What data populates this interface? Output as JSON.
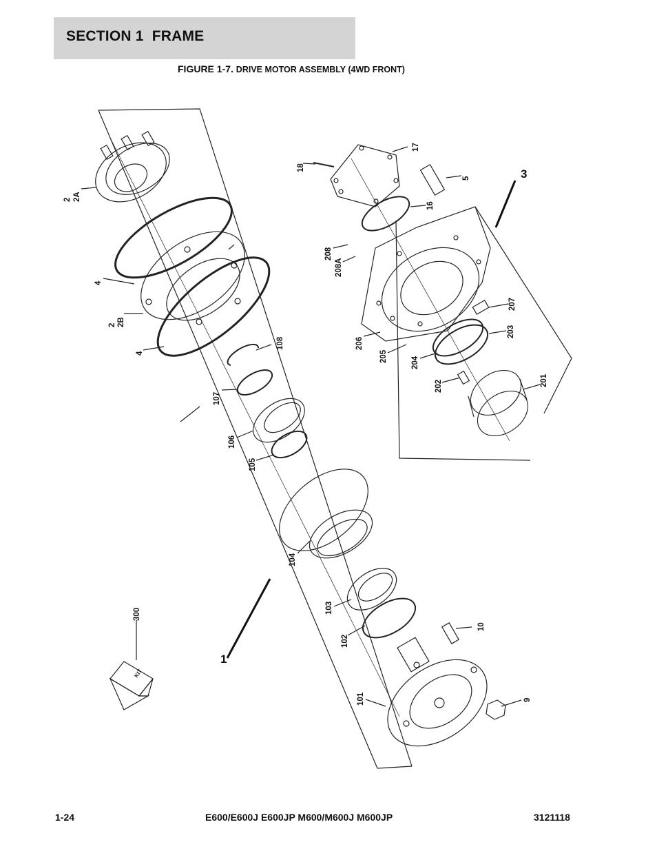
{
  "header": {
    "section": "SECTION 1  FRAME"
  },
  "figure": {
    "number": "FIGURE 1-7.",
    "title": "DRIVE MOTOR ASSEMBLY (4WD FRONT)"
  },
  "callouts": {
    "c2": "2",
    "c2A": "2A",
    "c2b": "2",
    "c2B": "2B",
    "c4a": "4",
    "c4b": "4",
    "c18": "18",
    "c17": "17",
    "c5": "5",
    "c3": "3",
    "c16": "16",
    "c208": "208",
    "c208A": "208A",
    "c207": "207",
    "c206": "206",
    "c205": "205",
    "c203": "203",
    "c204": "204",
    "c202": "202",
    "c201": "201",
    "c108": "108",
    "c107": "107",
    "c106": "106",
    "c105": "105",
    "c104": "104",
    "c103": "103",
    "c102": "102",
    "c10": "10",
    "c101": "101",
    "c9": "9",
    "c1": "1",
    "c300": "300",
    "kit": "KIT"
  },
  "footer": {
    "page": "1-24",
    "models": "E600/E600J E600JP M600/M600J M600JP",
    "doc_number": "3121118"
  }
}
